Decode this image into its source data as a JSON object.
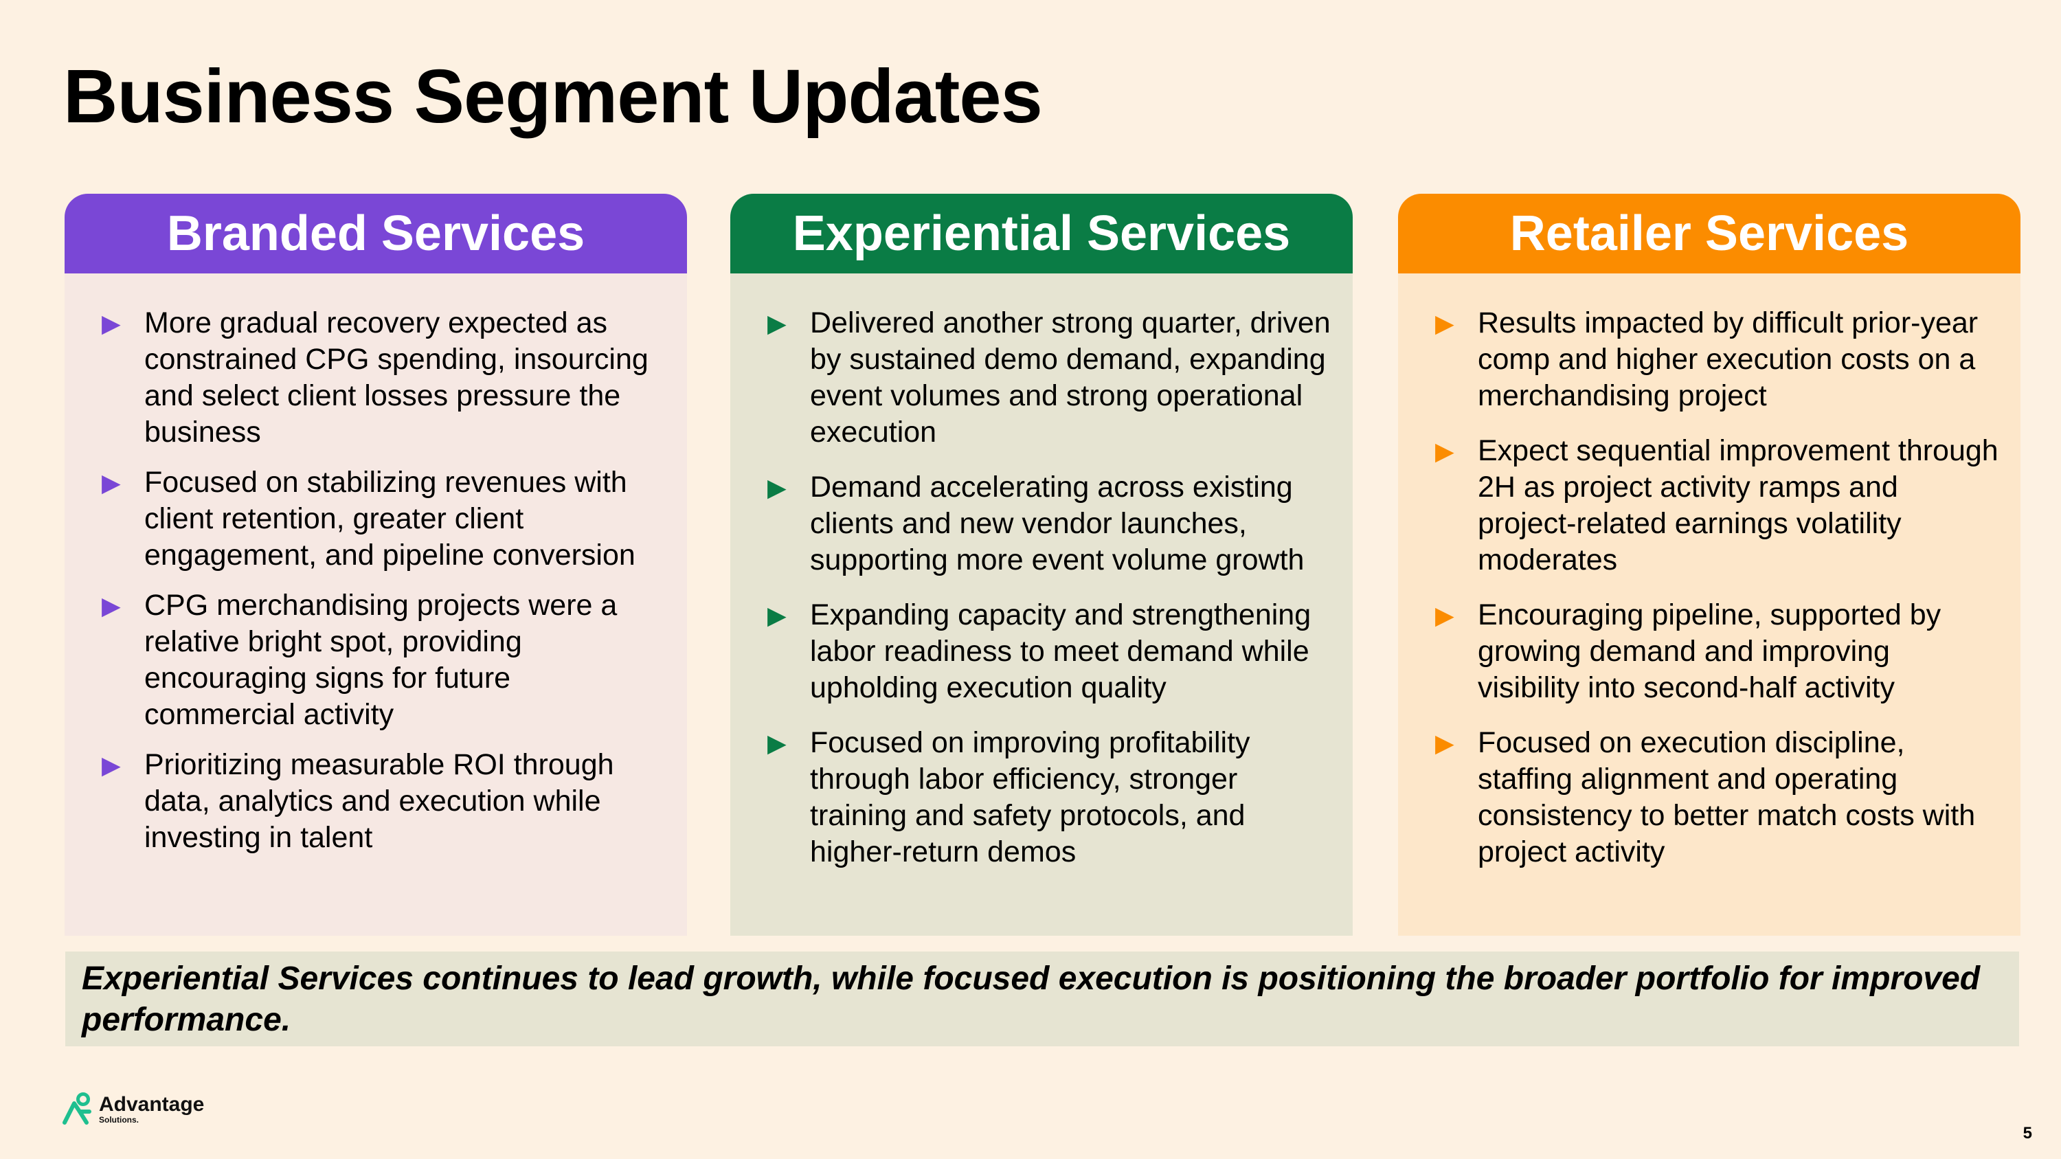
{
  "title": "Business Segment Updates",
  "colors": {
    "background": "#fdf1e2",
    "branded": "#7a47d6",
    "branded_body": "#f6e8e3",
    "experiential": "#0a7c45",
    "experiential_body": "#e6e4d2",
    "retailer": "#fb8c00",
    "retailer_body": "#fde7ca",
    "footer_bar": "#e6e4d2",
    "logo": "#1fbf8f"
  },
  "bullet_icon": "triangle-right-icon",
  "segments": [
    {
      "title": "Branded Services",
      "bullets": [
        "More gradual recovery expected as constrained CPG spending, insourcing and select client losses pressure the business",
        "Focused on stabilizing revenues with client retention, greater client engagement, and pipeline conversion",
        "CPG merchandising projects were a relative bright spot, providing encouraging signs for future commercial activity",
        "Prioritizing measurable ROI through data, analytics and execution while investing in talent"
      ]
    },
    {
      "title": "Experiential Services",
      "bullets": [
        "Delivered another strong quarter, driven by sustained demo demand, expanding event volumes and strong operational execution",
        "Demand accelerating across existing clients and new vendor launches, supporting more event volume growth",
        "Expanding capacity and strengthening labor readiness to meet demand while upholding execution quality",
        "Focused on improving profitability through labor efficiency, stronger training and safety protocols, and higher-return demos"
      ]
    },
    {
      "title": "Retailer Services",
      "bullets": [
        "Results impacted by difficult prior-year comp and higher execution costs on a merchandising project",
        "Expect sequential improvement through 2H as project activity ramps and project-related earnings volatility moderates",
        "Encouraging pipeline, supported by growing demand and improving visibility into second-half activity",
        "Focused on execution discipline, staffing alignment and operating consistency to better match costs with project activity"
      ]
    }
  ],
  "footer_note": "Experiential Services continues to lead growth, while focused execution is positioning the broader portfolio for improved performance.",
  "logo": {
    "name": "Advantage",
    "sub": "Solutions."
  },
  "page_number": "5"
}
